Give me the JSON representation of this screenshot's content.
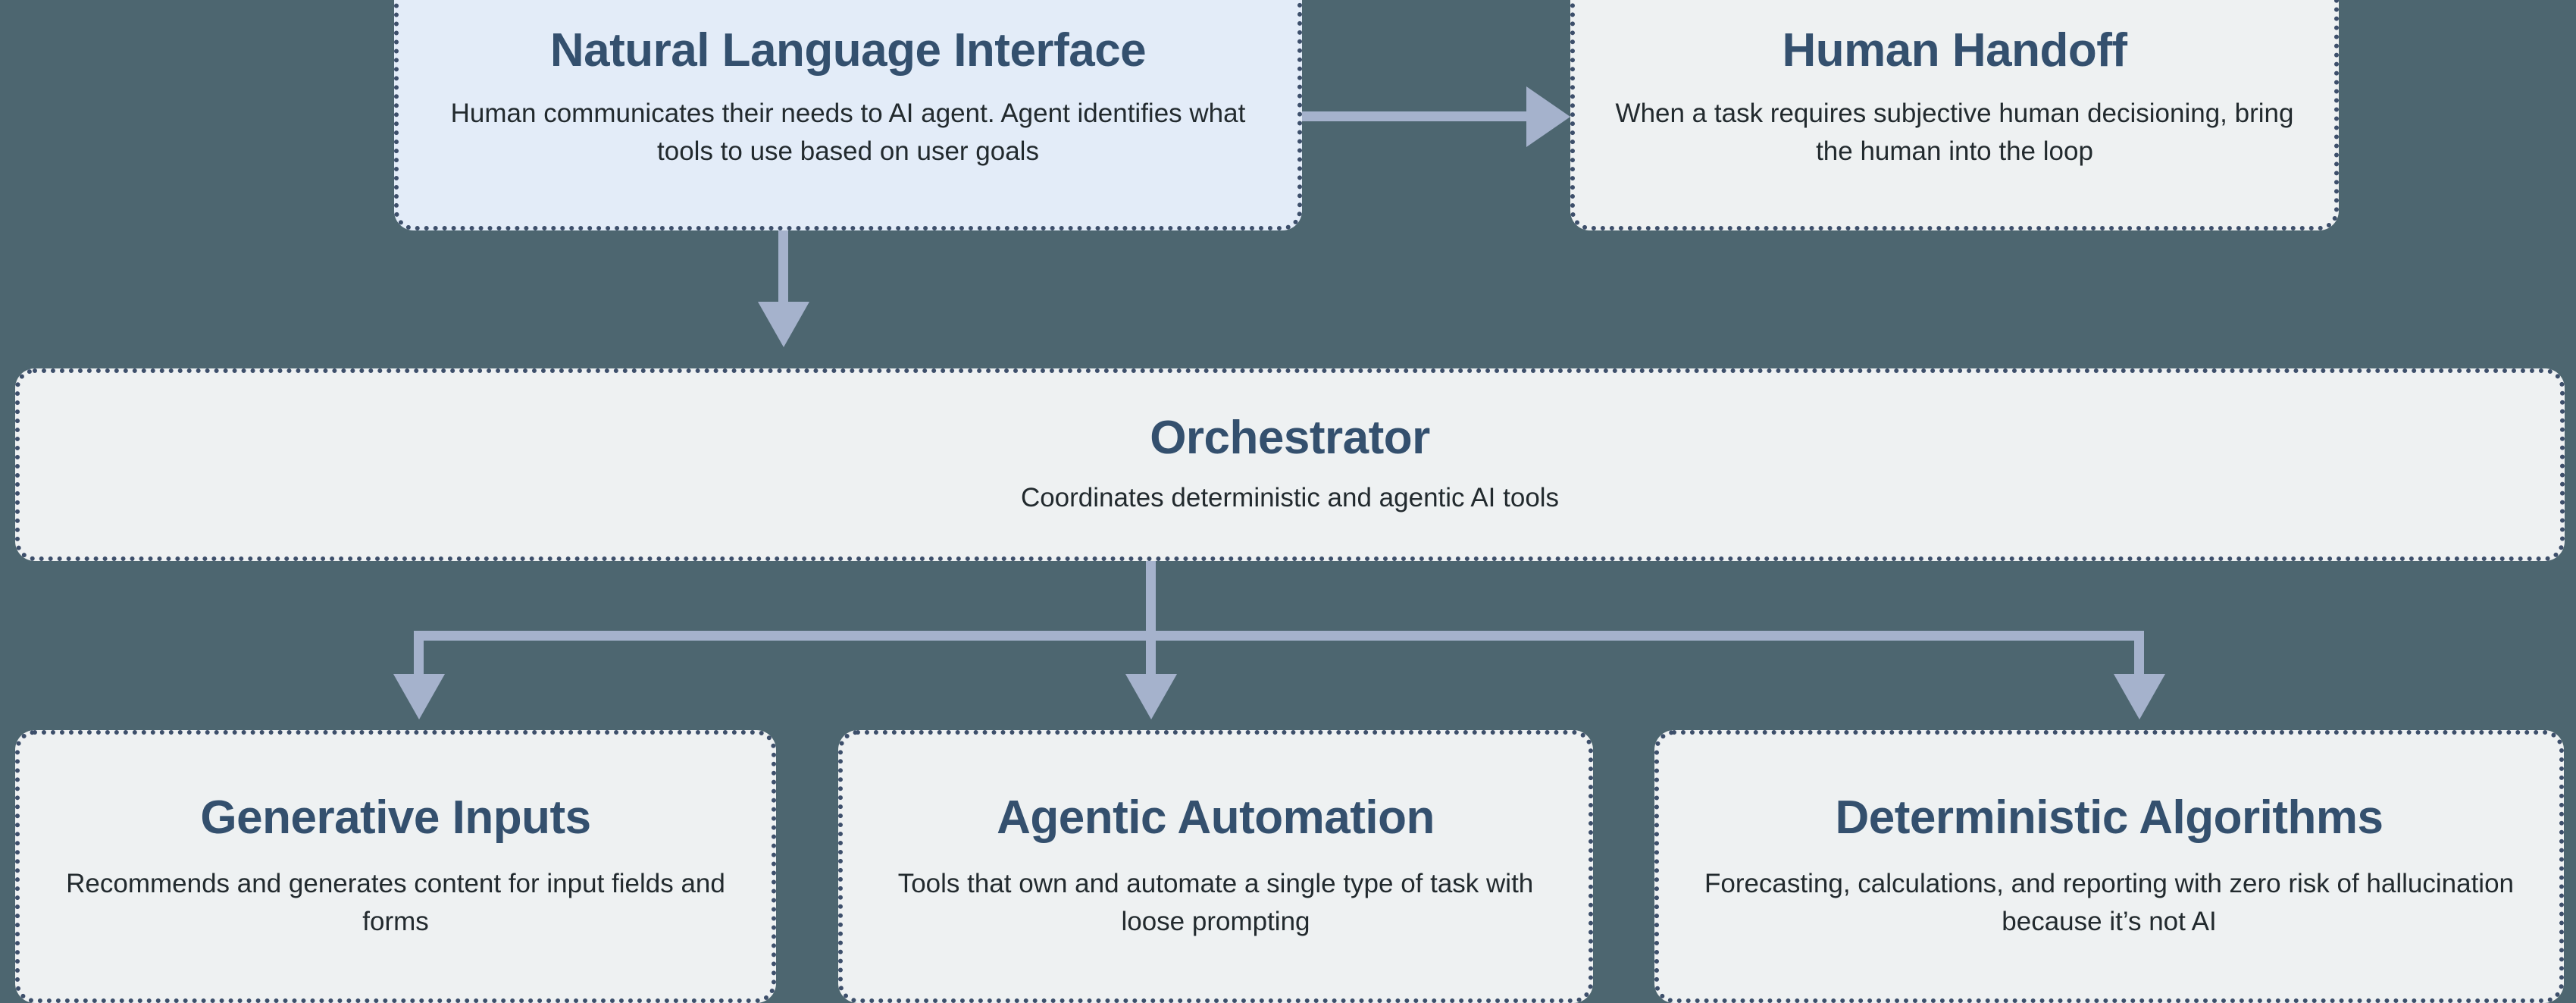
{
  "theme": {
    "background": "#4d6670",
    "node_fill": "#eef1f2",
    "node_fill_accent": "#e3ecf8",
    "node_border": "#3d4f6b",
    "title_color": "#34506e",
    "body_color": "#222a2e",
    "connector_color": "#a5b2cc"
  },
  "nodes": {
    "natural_language_interface": {
      "title": "Natural Language Interface",
      "description": "Human communicates their needs to AI agent. Agent identifies what tools to use based on user goals"
    },
    "human_handoff": {
      "title": "Human Handoff",
      "description": "When a task requires subjective human decisioning, bring the human into the loop"
    },
    "orchestrator": {
      "title": "Orchestrator",
      "description": "Coordinates deterministic and agentic AI tools"
    },
    "generative_inputs": {
      "title": "Generative Inputs",
      "description": "Recommends and generates content for input fields and forms"
    },
    "agentic_automation": {
      "title": "Agentic Automation",
      "description": "Tools that own and automate a single type of task with loose prompting"
    },
    "deterministic_algorithms": {
      "title": "Deterministic Algorithms",
      "description": "Forecasting, calculations, and reporting with zero risk of hallucination because it’s not AI"
    }
  },
  "edges": [
    {
      "id": "nli-to-handoff",
      "from": "natural_language_interface",
      "to": "human_handoff",
      "direction": "right"
    },
    {
      "id": "nli-to-orchestrator",
      "from": "natural_language_interface",
      "to": "orchestrator",
      "direction": "down"
    },
    {
      "id": "orchestrator-to-generative",
      "from": "orchestrator",
      "to": "generative_inputs",
      "direction": "down"
    },
    {
      "id": "orchestrator-to-agentic",
      "from": "orchestrator",
      "to": "agentic_automation",
      "direction": "down"
    },
    {
      "id": "orchestrator-to-deterministic",
      "from": "orchestrator",
      "to": "deterministic_algorithms",
      "direction": "down"
    }
  ]
}
